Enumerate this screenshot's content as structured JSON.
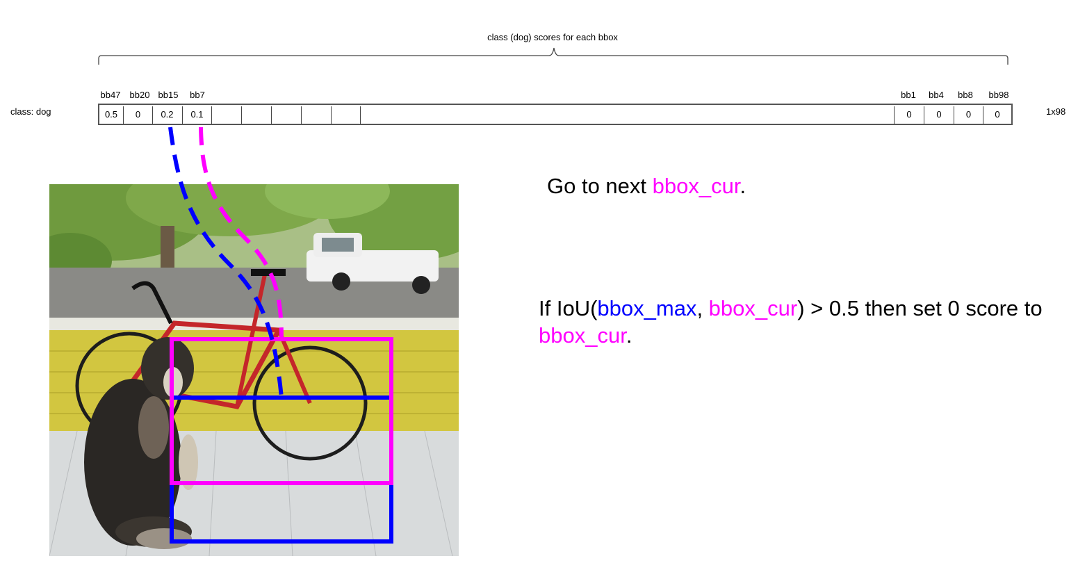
{
  "brace_label": "class (dog) scores for each bbox",
  "row_label": "class: dog",
  "dimension_label": "1x98",
  "score_table": {
    "left_headers": [
      "bb47",
      "bb20",
      "bb15",
      "bb7"
    ],
    "left_values": [
      "0.5",
      "0",
      "0.2",
      "0.1"
    ],
    "right_headers": [
      "bb1",
      "bb4",
      "bb8",
      "bb98"
    ],
    "right_values": [
      "0",
      "0",
      "0",
      "0"
    ]
  },
  "text_line1": {
    "prefix": "Go to next ",
    "var": "bbox_cur",
    "suffix": "."
  },
  "text_line2": {
    "prefix": "If IoU(",
    "var_max": "bbox_max",
    "comma": ", ",
    "var_cur": "bbox_cur",
    "mid": ") > 0.5 then set 0 score to ",
    "var_cur2": "bbox_cur",
    "suffix": "."
  },
  "colors": {
    "bbox_max": "#0000ff",
    "bbox_cur": "#ff00ff",
    "table_border": "#555555"
  },
  "photo": {
    "description_icons": [
      "tree-foliage",
      "white-pickup-truck",
      "road-bike",
      "dog",
      "yellow-porch-wall",
      "white-porch-floor"
    ]
  }
}
